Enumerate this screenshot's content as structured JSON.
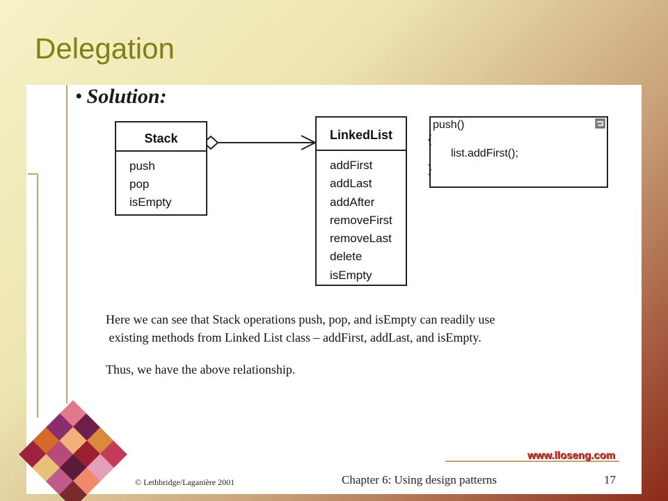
{
  "slide": {
    "title": "Delegation",
    "bullet": "Solution:"
  },
  "diagram": {
    "stack": {
      "name": "Stack",
      "operations": [
        "push",
        "pop",
        "isEmpty"
      ]
    },
    "linked_list": {
      "name": "LinkedList",
      "operations": [
        "addFirst",
        "addLast",
        "addAfter",
        "removeFirst",
        "removeLast",
        "delete",
        "isEmpty"
      ]
    },
    "note": {
      "line1": "push()",
      "line2": "{",
      "line3": "list.addFirst();",
      "line4": "}"
    }
  },
  "body": {
    "line1": "Here we can see that Stack operations push, pop, and isEmpty can readily use",
    "line2": " existing methods from Linked List class – addFirst, addLast, and isEmpty.",
    "line3": "Thus, we have the above relationship."
  },
  "footer": {
    "copyright": "© Lethbridge/Laganière 2001",
    "chapter": "Chapter 6: Using design patterns",
    "page": "17",
    "website": "www.lloseng.com"
  },
  "colors": {
    "title": "#7f7f15",
    "accent_line": "#c8a06a",
    "website": "#c43b35"
  }
}
